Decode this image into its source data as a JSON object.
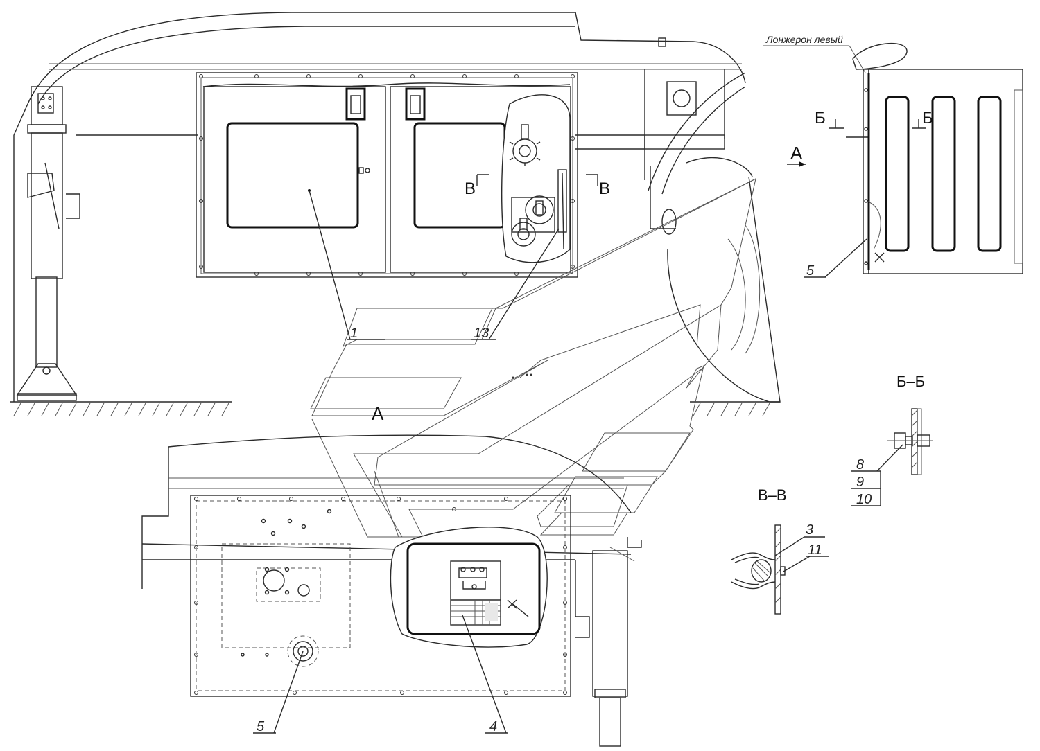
{
  "labels": {
    "spar": "Лонжерон левый",
    "view_a": "А",
    "view_a_arrow": "А",
    "section_b": "Б–Б",
    "section_b_mark_left": "Б",
    "section_b_mark_right": "Б",
    "section_v": "В–В",
    "section_v_mark_left": "В",
    "section_v_mark_right": "В"
  },
  "callouts": {
    "c1": "1",
    "c13": "13",
    "c5_top": "5",
    "c8": "8",
    "c9": "9",
    "c10": "10",
    "c3": "3",
    "c11": "11",
    "c5_bottom": "5",
    "c4": "4"
  }
}
